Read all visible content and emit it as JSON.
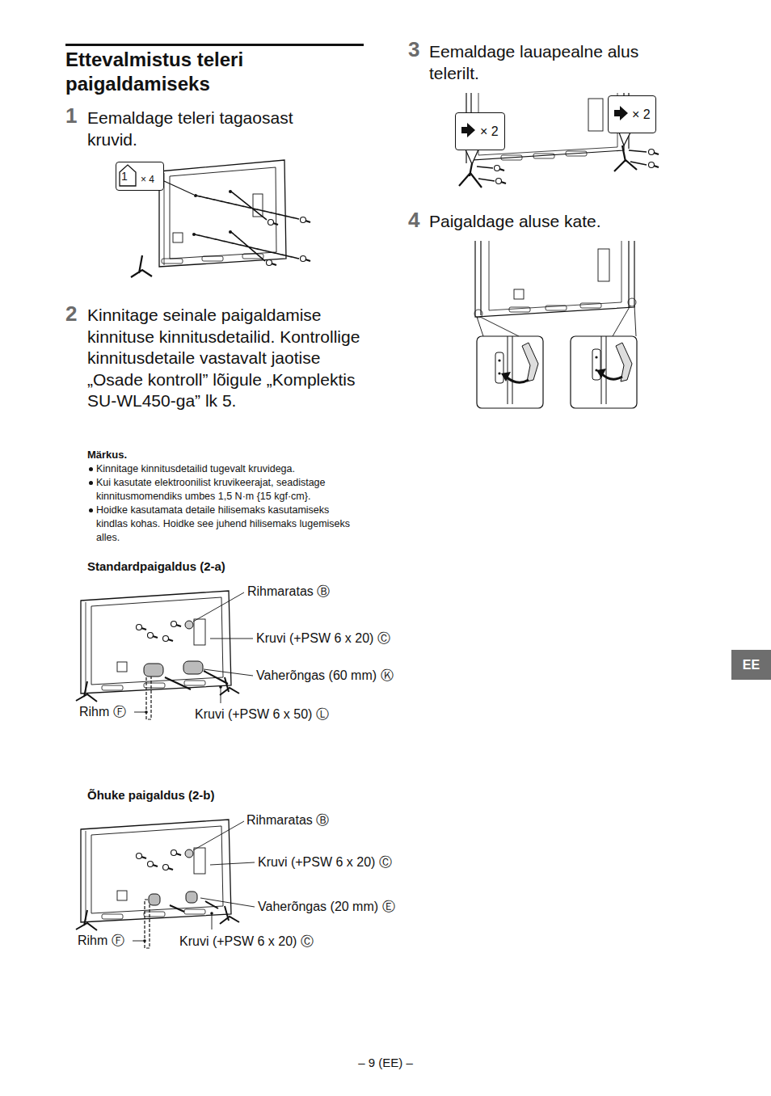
{
  "diagram": {
    "title": "Ettevalmistus teleri paigaldamiseks",
    "nodes": [
      {
        "text": [
          "1",
          "× 4"
        ]
      },
      {
        "text": [
          "× 2"
        ]
      },
      {
        "text": [
          "× 2"
        ]
      },
      {
        "text": [
          "EE"
        ]
      }
    ],
    "labels": [
      "1",
      "Eemaldage teleri tagaosast kruvid.",
      "2",
      "Kinnitage seinale paigaldamise kinnituse kinnitusdetailid. Kontrollige kinnitusdetaile vastavalt jaotise „Osade kontroll” lõigule „Komplektis SU-WL450-ga” lk 5.",
      "Märkus.",
      "Kinnitage kinnitusdetailid tugevalt kruvidega.",
      "Kui kasutate elektroonilist kruvikeerajat, seadistage kinnitusmomendiks umbes 1,5 N·m {15 kgf·cm}.",
      "Hoidke kasutamata detaile hilisemaks kasutamiseks kindlas kohas. Hoidke see juhend hilisemaks lugemiseks alles.",
      "Standardpaigaldus (2-a)",
      "Rihmaratas Ⓑ",
      "Kruvi (+PSW 6 x 20) Ⓒ",
      "Vaherõngas (60 mm) Ⓚ",
      "Rihm Ⓕ",
      "Kruvi (+PSW 6 x 50) Ⓛ",
      "Õhuke paigaldus (2-b)",
      "Rihmaratas Ⓑ",
      "Kruvi (+PSW 6 x 20) Ⓒ",
      "Vaherõngas (20 mm) Ⓔ",
      "Rihm Ⓕ",
      "Kruvi (+PSW 6 x 20) Ⓒ",
      "3",
      "Eemaldage lauapealne alus telerilt.",
      "4",
      "Paigaldage aluse kate.",
      "– 9 (EE) –"
    ]
  }
}
